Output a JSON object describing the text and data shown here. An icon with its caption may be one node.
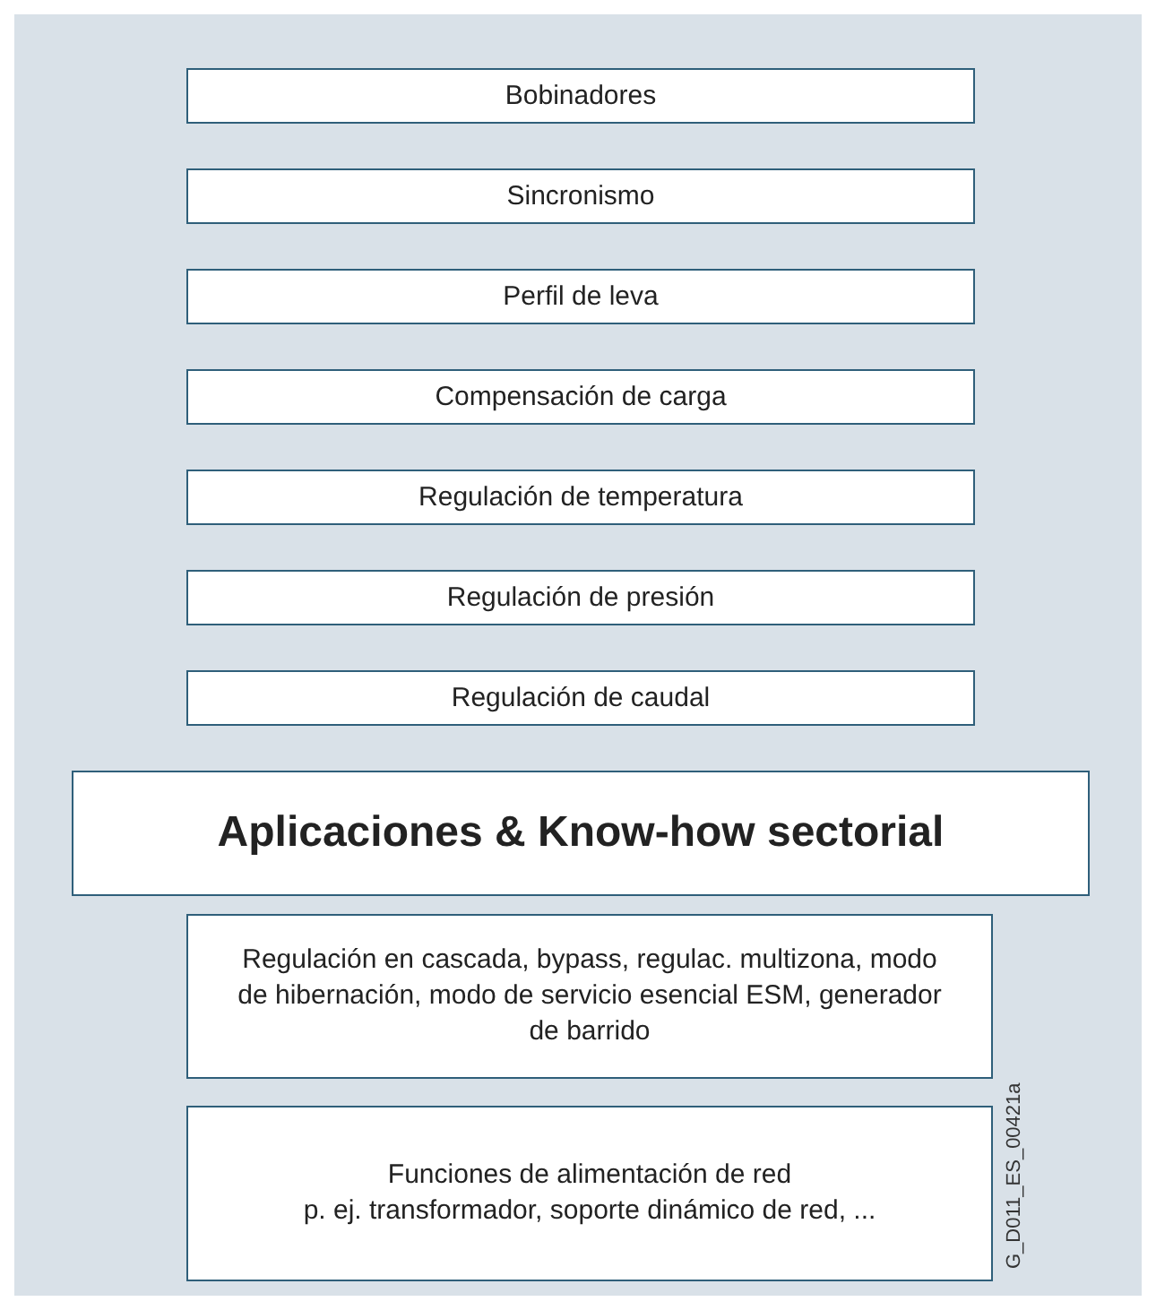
{
  "diagram": {
    "nodes": [
      {
        "text": [
          "Bobinadores"
        ]
      },
      {
        "text": [
          "Sincronismo"
        ]
      },
      {
        "text": [
          "Perfil de leva"
        ]
      },
      {
        "text": [
          "Compensación de carga"
        ]
      },
      {
        "text": [
          "Regulación de temperatura"
        ]
      },
      {
        "text": [
          "Regulación de presión"
        ]
      },
      {
        "text": [
          "Regulación de caudal"
        ]
      },
      {
        "text": [
          "Aplicaciones & Know-how sectorial"
        ]
      },
      {
        "text": [
          "Regulación en cascada, bypass, regulac. multizona, modo de hibernación, modo de servicio esencial ESM, generador de barrido"
        ]
      },
      {
        "text": [
          "Funciones de alimentación de red",
          "p. ej. transformador, soporte dinámico de red, ..."
        ]
      }
    ],
    "edges": [],
    "labels": [
      "G_D011_ES_00421a"
    ]
  }
}
